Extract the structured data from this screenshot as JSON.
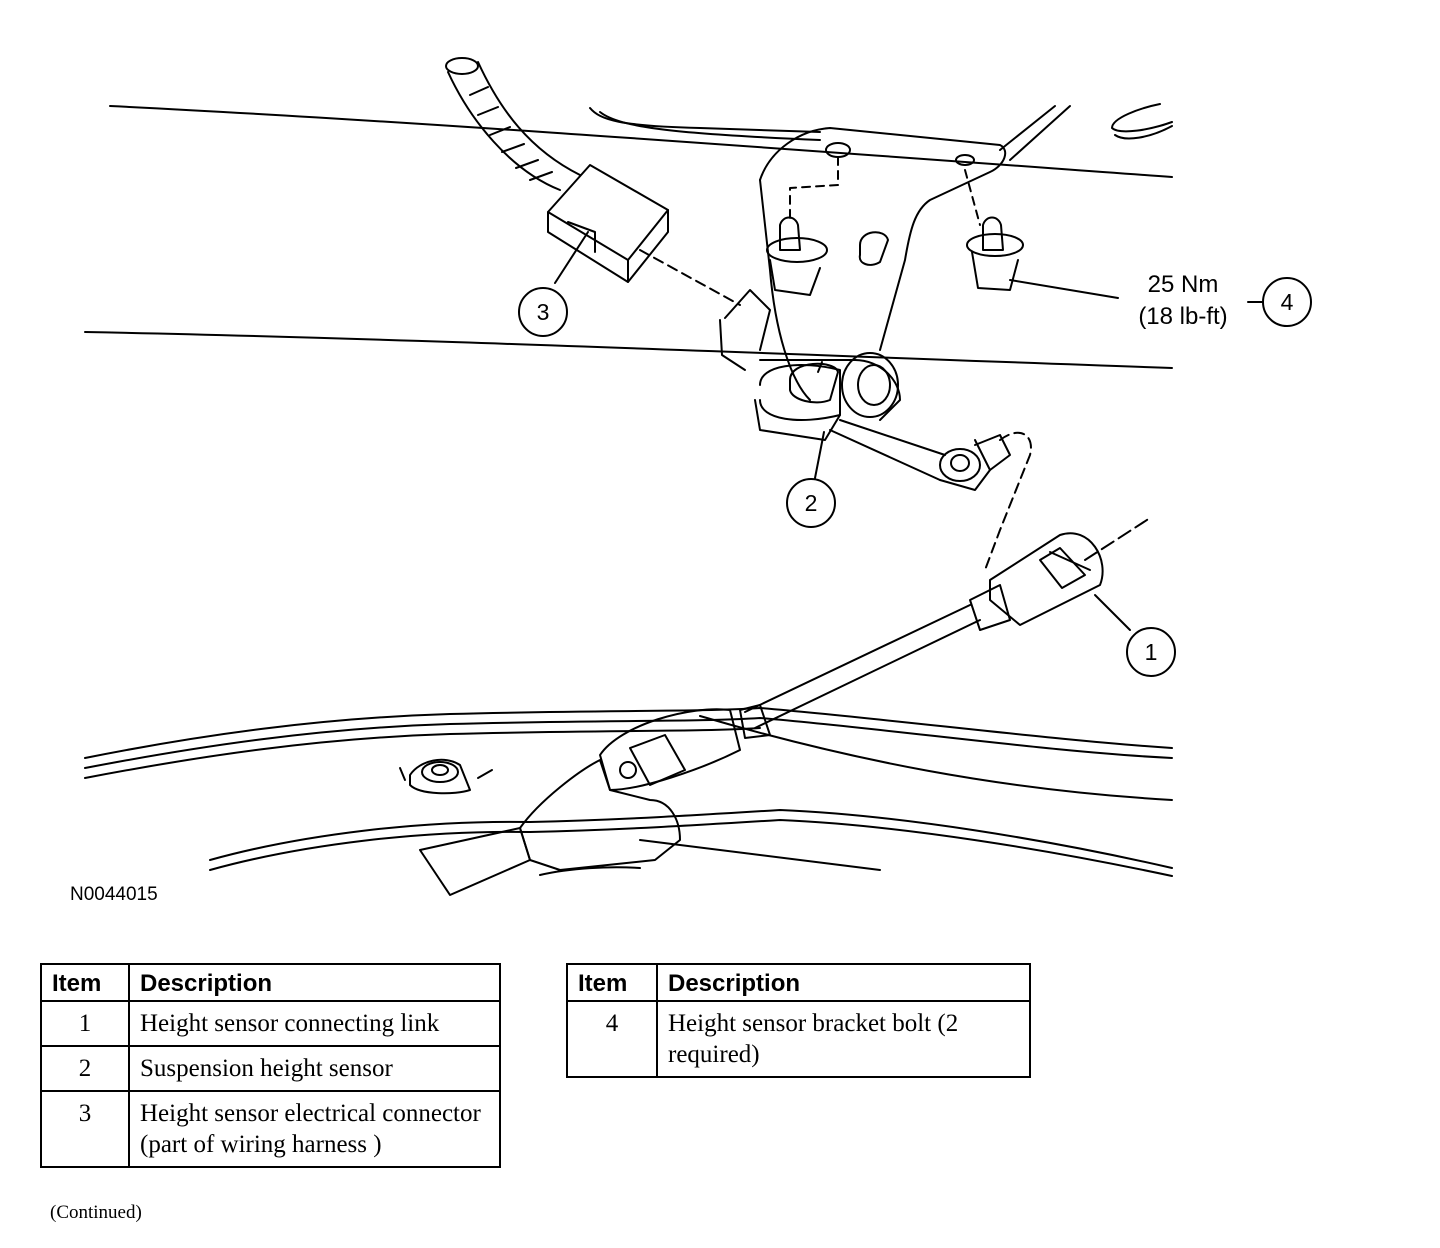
{
  "figure": {
    "id": "N0044015",
    "torque_nm": "25 Nm",
    "torque_lbft": "(18 lb-ft)",
    "callouts": [
      "1",
      "2",
      "3",
      "4"
    ]
  },
  "legend_left": {
    "header_item": "Item",
    "header_desc": "Description",
    "rows": [
      {
        "item": "1",
        "desc": "Height sensor connecting link"
      },
      {
        "item": "2",
        "desc": "Suspension height sensor"
      },
      {
        "item": "3",
        "desc": "Height sensor electrical connector (part of wiring harness )"
      }
    ]
  },
  "legend_right": {
    "header_item": "Item",
    "header_desc": "Description",
    "rows": [
      {
        "item": "4",
        "desc": "Height sensor bracket bolt (2 required)"
      }
    ]
  },
  "footer": {
    "continued": "(Continued)"
  }
}
